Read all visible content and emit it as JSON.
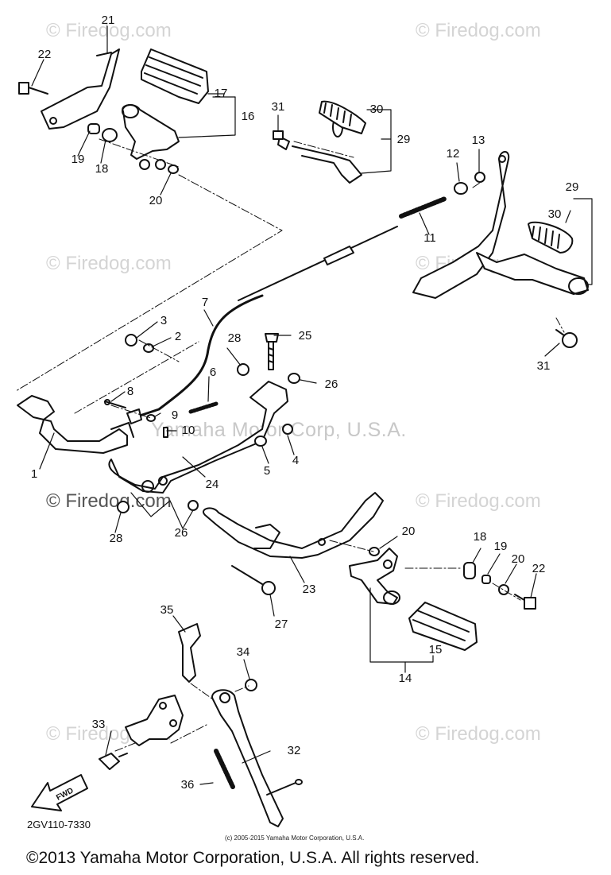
{
  "watermark": "© Firedog.com",
  "corp_watermark": "Yamaha Motor Corp, U.S.A.",
  "diagram_code": "2GV110-7330",
  "small_copyright": "(c) 2005-2015 Yamaha Motor Corporation, U.S.A.",
  "footer_copyright": "©2013 Yamaha Motor Corporation, U.S.A. All rights reserved.",
  "fwd_label": "FWD",
  "callouts": {
    "c1": "1",
    "c2": "2",
    "c3": "3",
    "c4": "4",
    "c5": "5",
    "c6": "6",
    "c7": "7",
    "c8": "8",
    "c9": "9",
    "c10": "10",
    "c11": "11",
    "c12": "12",
    "c13": "13",
    "c14": "14",
    "c15": "15",
    "c16": "16",
    "c17": "17",
    "c18a": "18",
    "c18b": "18",
    "c19a": "19",
    "c19b": "19",
    "c20a": "20",
    "c20b": "20",
    "c20c": "20",
    "c21": "21",
    "c22a": "22",
    "c22b": "22",
    "c23": "23",
    "c24": "24",
    "c25": "25",
    "c26a": "26",
    "c26b": "26",
    "c27": "27",
    "c28a": "28",
    "c28b": "28",
    "c29a": "29",
    "c29b": "29",
    "c30a": "30",
    "c30b": "30",
    "c31a": "31",
    "c31b": "31",
    "c32": "32",
    "c33": "33",
    "c34": "34",
    "c35": "35",
    "c36": "36"
  }
}
